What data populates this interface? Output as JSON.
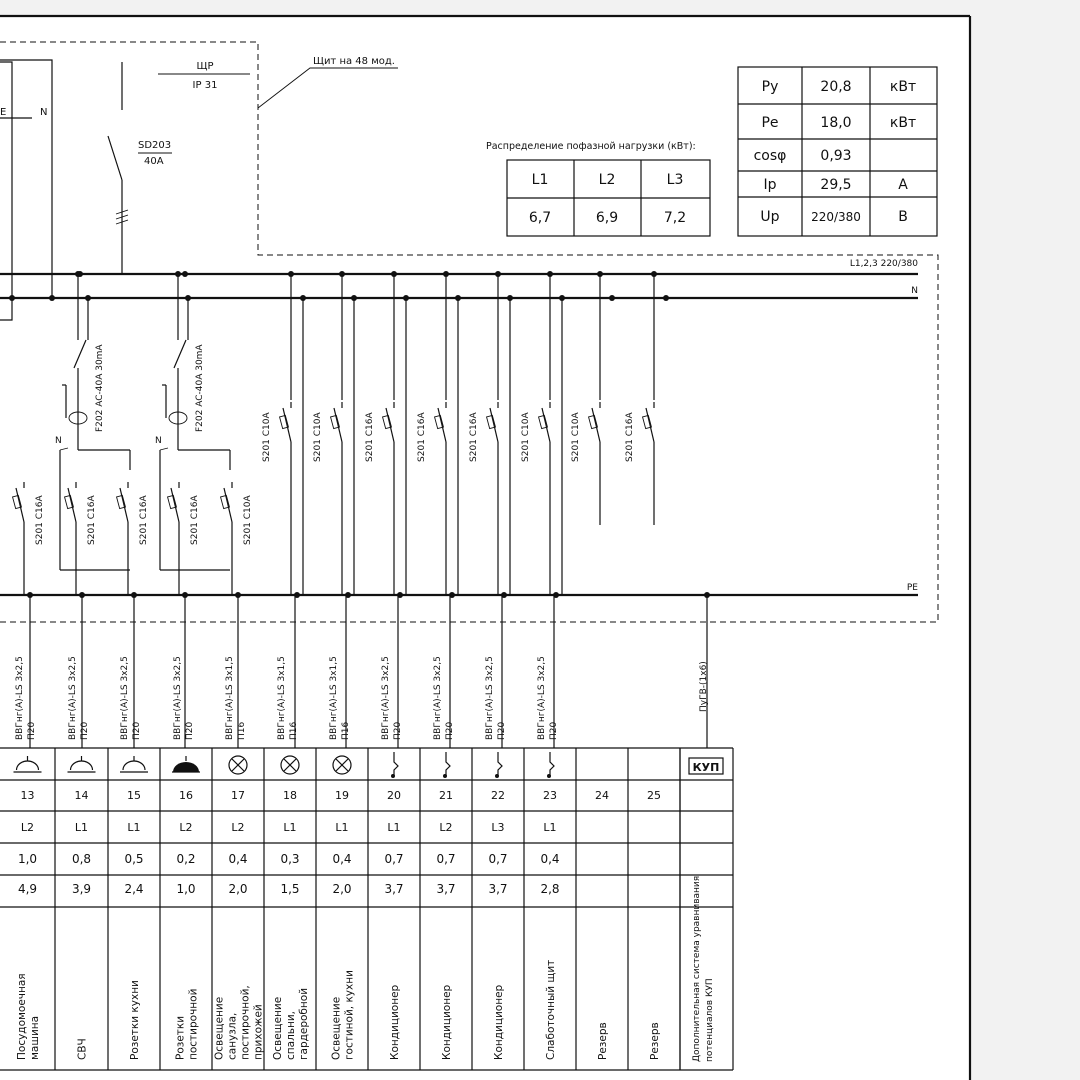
{
  "panel": {
    "label": "Щит на 48 мод.",
    "name_top": "ЩР",
    "name_bottom": "IP 31",
    "main_switch_model": "SD203",
    "main_switch_rating": "40A",
    "bus_phase_label": "L1,2,3  220/380",
    "bus_neutral_label": "N",
    "bus_pe_label": "PE",
    "left_n_label": "N",
    "left_e_label": "E"
  },
  "summary_table": [
    {
      "param": "Ру",
      "value": "20,8",
      "unit": "кВт"
    },
    {
      "param": "Ре",
      "value": "18,0",
      "unit": "кВт"
    },
    {
      "param": "cosφ",
      "value": "0,93",
      "unit": ""
    },
    {
      "param": "Iр",
      "value": "29,5",
      "unit": "А"
    },
    {
      "param": "Uр",
      "value": "220/380",
      "unit": "В"
    }
  ],
  "phase_dist": {
    "title": "Распределение пофазной нагрузки (кВт):",
    "headers": [
      "L1",
      "L2",
      "L3"
    ],
    "values": [
      "6,7",
      "6,9",
      "7,2"
    ]
  },
  "rcds": [
    {
      "label": "F202 AC-40A 30mA",
      "n_label": "N"
    },
    {
      "label": "F202 AC-40A 30mA",
      "n_label": "N"
    }
  ],
  "branch_breakers_low": [
    "S201 C16A",
    "S201 C16A",
    "S201 C16A",
    "S201 C16A",
    "S201 C10A"
  ],
  "branch_breakers_high": [
    "S201 C10A",
    "S201 C10A",
    "S201 C16A",
    "S201 C16A",
    "S201 C16A",
    "S201 C10A",
    "S201 C10A",
    "S201 C16A"
  ],
  "pe_cable": "ПуГВ-(1х6)",
  "kup_symbol": "КУП",
  "kup_description": "Дополнительная система уравнивания потенциалов КУП",
  "circuits": [
    {
      "num": "13",
      "phase": "L2",
      "power": "1,0",
      "current": "4,9",
      "name": "Посудомоечная машина",
      "cable": "ВВГнг(А)-LS 3х2,5",
      "conduit": "П20",
      "symbol": "socket-icon"
    },
    {
      "num": "14",
      "phase": "L1",
      "power": "0,8",
      "current": "3,9",
      "name": "СВЧ",
      "cable": "ВВГнг(А)-LS 3х2,5",
      "conduit": "П20",
      "symbol": "socket-icon"
    },
    {
      "num": "15",
      "phase": "L1",
      "power": "0,5",
      "current": "2,4",
      "name": "Розетки кухни",
      "cable": "ВВГнг(А)-LS 3х2,5",
      "conduit": "П20",
      "symbol": "socket-icon"
    },
    {
      "num": "16",
      "phase": "L2",
      "power": "0,2",
      "current": "1,0",
      "name": "Розетки постирочной",
      "cable": "ВВГнг(А)-LS 3х2,5",
      "conduit": "П20",
      "symbol": "socket-filled-icon"
    },
    {
      "num": "17",
      "phase": "L2",
      "power": "0,4",
      "current": "2,0",
      "name": "Освещение санузла, постирочной, прихожей",
      "cable": "ВВГнг(А)-LS 3х1,5",
      "conduit": "П16",
      "symbol": "lamp-icon"
    },
    {
      "num": "18",
      "phase": "L1",
      "power": "0,3",
      "current": "1,5",
      "name": "Освещение спальни, гардеробной",
      "cable": "ВВГнг(А)-LS 3х1,5",
      "conduit": "П16",
      "symbol": "lamp-icon"
    },
    {
      "num": "19",
      "phase": "L1",
      "power": "0,4",
      "current": "2,0",
      "name": "Освещение гостиной, кухни",
      "cable": "ВВГнг(А)-LS 3х1,5",
      "conduit": "П16",
      "symbol": "lamp-icon"
    },
    {
      "num": "20",
      "phase": "L1",
      "power": "0,7",
      "current": "3,7",
      "name": "Кондиционер",
      "cable": "ВВГнг(А)-LS 3х2,5",
      "conduit": "П20",
      "symbol": "feed-icon"
    },
    {
      "num": "21",
      "phase": "L2",
      "power": "0,7",
      "current": "3,7",
      "name": "Кондиционер",
      "cable": "ВВГнг(А)-LS 3х2,5",
      "conduit": "П20",
      "symbol": "feed-icon"
    },
    {
      "num": "22",
      "phase": "L3",
      "power": "0,7",
      "current": "3,7",
      "name": "Кондиционер",
      "cable": "ВВГнг(А)-LS 3х2,5",
      "conduit": "П20",
      "symbol": "feed-icon"
    },
    {
      "num": "23",
      "phase": "L1",
      "power": "0,4",
      "current": "2,8",
      "name": "Слаботочный щит",
      "cable": "ВВГнг(А)-LS 3х2,5",
      "conduit": "П20",
      "symbol": "feed-icon"
    },
    {
      "num": "24",
      "phase": "",
      "power": "",
      "current": "",
      "name": "Резерв",
      "cable": "",
      "conduit": "",
      "symbol": ""
    },
    {
      "num": "25",
      "phase": "",
      "power": "",
      "current": "",
      "name": "Резерв",
      "cable": "",
      "conduit": "",
      "symbol": ""
    }
  ]
}
